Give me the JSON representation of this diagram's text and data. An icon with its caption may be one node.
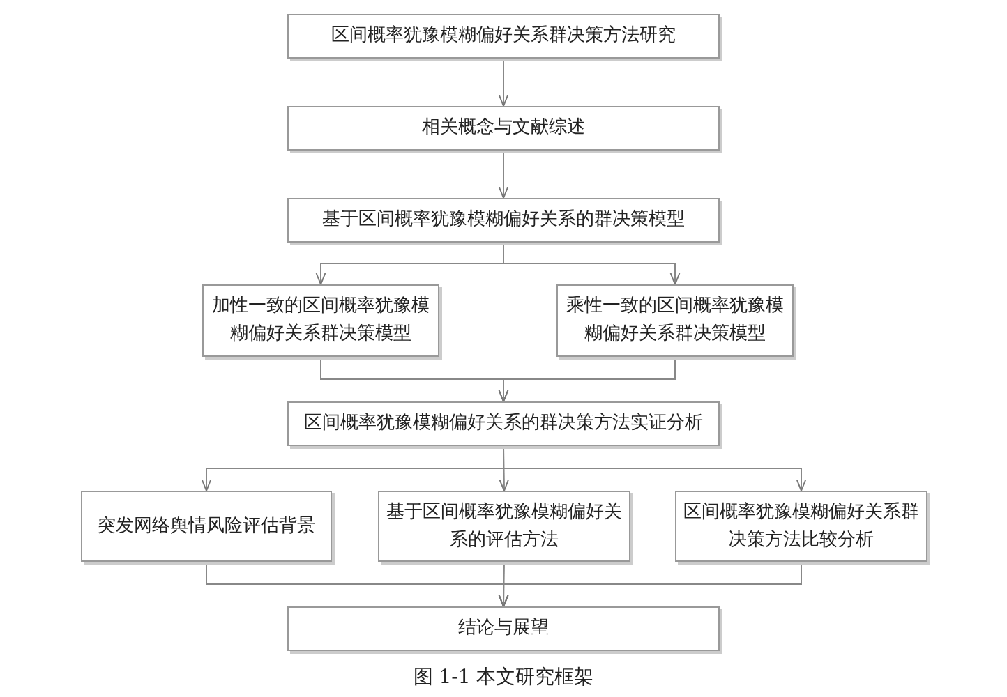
{
  "diagram": {
    "caption": "图 1-1 本文研究框架",
    "nodes": [
      {
        "text": [
          "区间概率犹豫模糊偏好关系群决策方法研究"
        ]
      },
      {
        "text": [
          "相关概念与文献综述"
        ]
      },
      {
        "text": [
          "基于区间概率犹豫模糊偏好关系的群决策模型"
        ]
      },
      {
        "text": [
          "加性一致的区间概率犹豫模糊偏好关系群决策模型"
        ]
      },
      {
        "text": [
          "乘性一致的区间概率犹豫模糊偏好关系群决策模型"
        ]
      },
      {
        "text": [
          "区间概率犹豫模糊偏好关系的群决策方法实证分析"
        ]
      },
      {
        "text": [
          "突发网络舆情风险评估背景"
        ]
      },
      {
        "text": [
          "基于区间概率犹豫模糊偏好关系的评估方法"
        ]
      },
      {
        "text": [
          "区间概率犹豫模糊偏好关系群决策方法比较分析"
        ]
      },
      {
        "text": [
          "结论与展望"
        ]
      }
    ],
    "edges": [
      {
        "from": 0,
        "to": 1,
        "arrow": "to"
      },
      {
        "from": 1,
        "to": 2,
        "arrow": "to"
      },
      {
        "from": 2,
        "to": 3,
        "arrow": "to"
      },
      {
        "from": 2,
        "to": 4,
        "arrow": "to"
      },
      {
        "from": 3,
        "to": 5,
        "arrow": "to"
      },
      {
        "from": 4,
        "to": 5,
        "arrow": "to"
      },
      {
        "from": 5,
        "to": 6,
        "arrow": "to"
      },
      {
        "from": 5,
        "to": 7,
        "arrow": "to"
      },
      {
        "from": 5,
        "to": 8,
        "arrow": "to"
      },
      {
        "from": 6,
        "to": 9,
        "arrow": "to"
      },
      {
        "from": 7,
        "to": 9,
        "arrow": "to"
      },
      {
        "from": 8,
        "to": 9,
        "arrow": "to"
      }
    ]
  }
}
